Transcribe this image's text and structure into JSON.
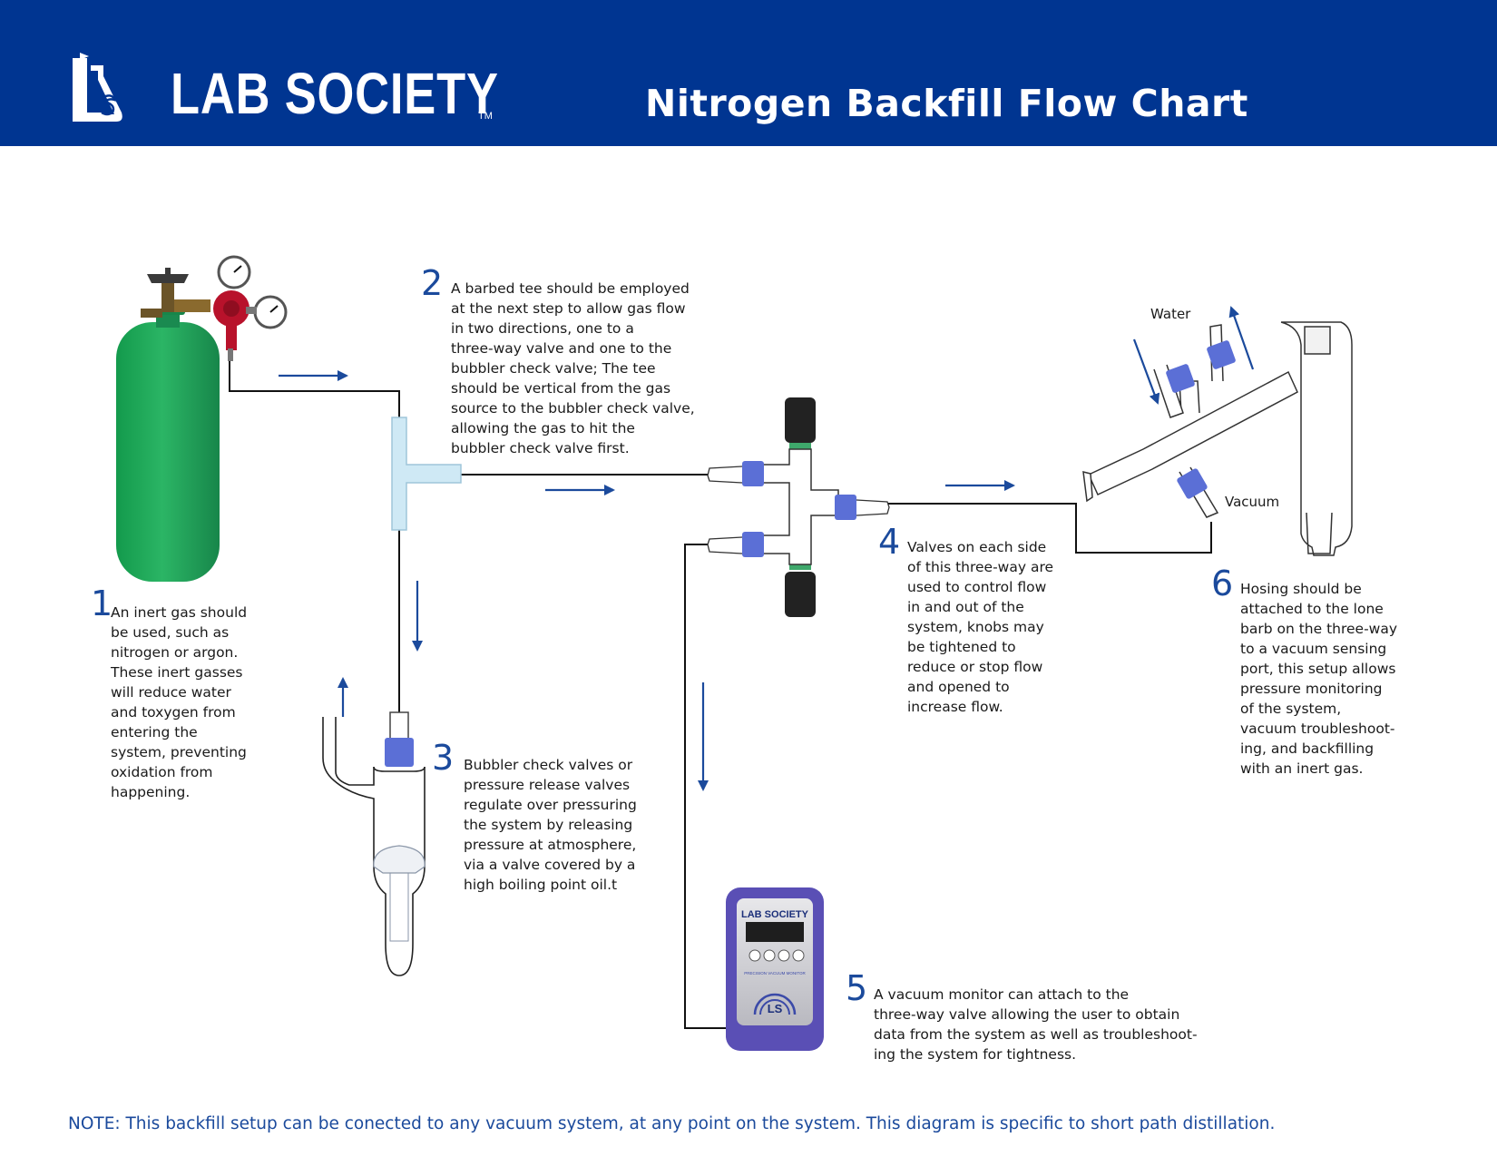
{
  "header": {
    "brand_name": "LAB SOCIETY",
    "brand_tm": "TM",
    "title": "Nitrogen Backfill Flow Chart"
  },
  "labels": {
    "water": "Water",
    "vacuum": "Vacuum"
  },
  "meter": {
    "brand": "LAB SOCIETY",
    "model": "PRECISION VACUUM MONITOR",
    "logo": "LS"
  },
  "steps": [
    {
      "num": "1",
      "text": "An inert gas should\nbe used, such as\nnitrogen or argon.\nThese inert gasses\nwill reduce water\nand toxygen from\nentering the\nsystem, preventing\noxidation from\nhappening."
    },
    {
      "num": "2",
      "text": "A barbed tee should be employed\nat the next step to allow gas flow\nin two directions, one to a\nthree-way valve and one to the\nbubbler check valve; The tee\nshould be vertical from the gas\nsource to the bubbler check valve,\nallowing the gas to hit the\nbubbler check valve first."
    },
    {
      "num": "3",
      "text": "Bubbler check valves or\npressure release valves\nregulate over pressuring\nthe system by releasing\npressure at atmosphere,\nvia a valve covered by a\nhigh boiling point oil.t"
    },
    {
      "num": "4",
      "text": "Valves on each side\nof this three-way are\nused to control flow\nin and out of the\nsystem, knobs may\nbe tightened to\nreduce or stop flow\nand opened to\nincrease flow."
    },
    {
      "num": "5",
      "text": "A vacuum monitor can attach to the\nthree-way valve allowing the user to obtain\ndata from the system as well as troubleshoot-\ning the system for tightness."
    },
    {
      "num": "6",
      "text": "Hosing should be\nattached to the lone\nbarb on the three-way\nto a vacuum sensing\nport, this setup allows\npressure monitoring\nof the system,\nvacuum troubleshoot-\ning, and backfilling\nwith an inert gas."
    }
  ],
  "footer": {
    "note": "NOTE: This backfill setup can be conected to any vacuum system, at any point on the system.  This diagram is specific to short path distillation."
  },
  "colors": {
    "header_bg": "#003591",
    "accent_blue": "#1b4a9c",
    "cylinder_green": "#1ea05a",
    "valve_blue": "#5b6fd6",
    "meter_purple": "#5a4fb5"
  }
}
